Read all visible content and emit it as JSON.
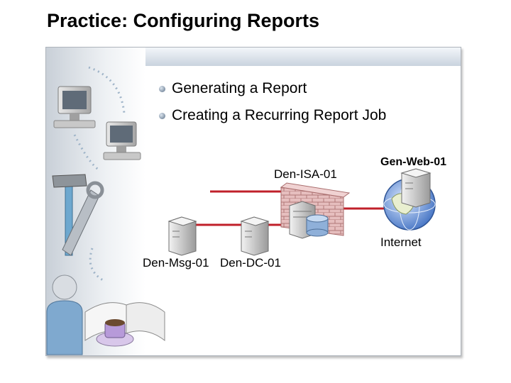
{
  "title": "Practice: Configuring Reports",
  "bullets": [
    "Generating a Report",
    "Creating a Recurring Report Job"
  ],
  "nodes": {
    "isa": "Den-ISA-01",
    "web": "Gen-Web-01",
    "internet": "Internet",
    "msg": "Den-Msg-01",
    "dc": "Den-DC-01"
  },
  "colors": {
    "link": "#c0202a",
    "panel_border": "#aeb4bc",
    "firewall": "#d9a7a7"
  }
}
